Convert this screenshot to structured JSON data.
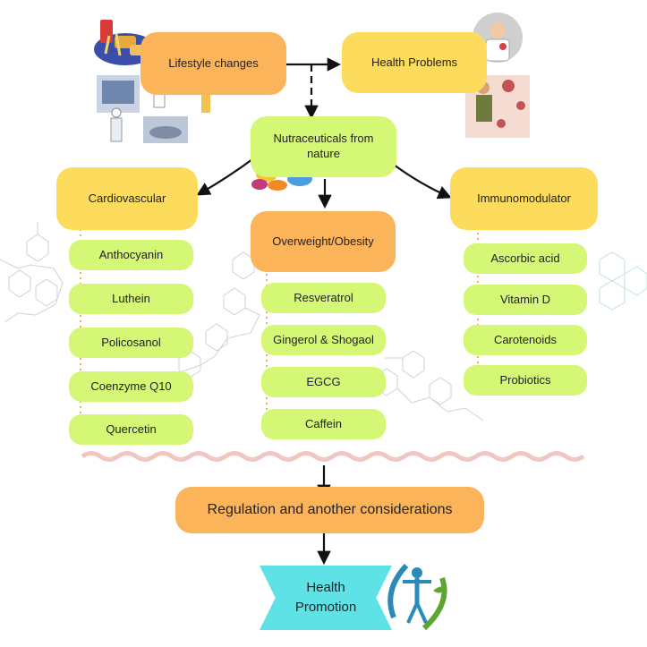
{
  "top": {
    "lifestyle": "Lifestyle changes",
    "health_problems": "Health Problems",
    "nutraceuticals": "Nutraceuticals from nature"
  },
  "columns": {
    "cardiovascular": {
      "title": "Cardiovascular",
      "items": [
        "Anthocyanin",
        "Luthein",
        "Policosanol",
        "Coenzyme Q10",
        "Quercetin"
      ]
    },
    "obesity": {
      "title": "Overweight/Obesity",
      "items": [
        "Resveratrol",
        "Gingerol & Shogaol",
        "EGCG",
        "Caffein"
      ]
    },
    "immuno": {
      "title": "Immunomodulator",
      "items": [
        "Ascorbic acid",
        "Vitamin D",
        "Carotenoids",
        "Probiotics"
      ]
    }
  },
  "regulation": "Regulation and another considerations",
  "promotion": {
    "line1": "Health",
    "line2": "Promotion"
  },
  "colors": {
    "orange": "#fbb45a",
    "yellow": "#fddb5c",
    "green": "#d4f776",
    "cyan": "#5ee2e6",
    "wave": "#f1c6c0",
    "dots": "#f3b05b"
  },
  "icons": [
    "fast-food-icon",
    "sedentary-people-icon",
    "sick-people-icon",
    "pills-icon",
    "fitness-person-icon"
  ]
}
